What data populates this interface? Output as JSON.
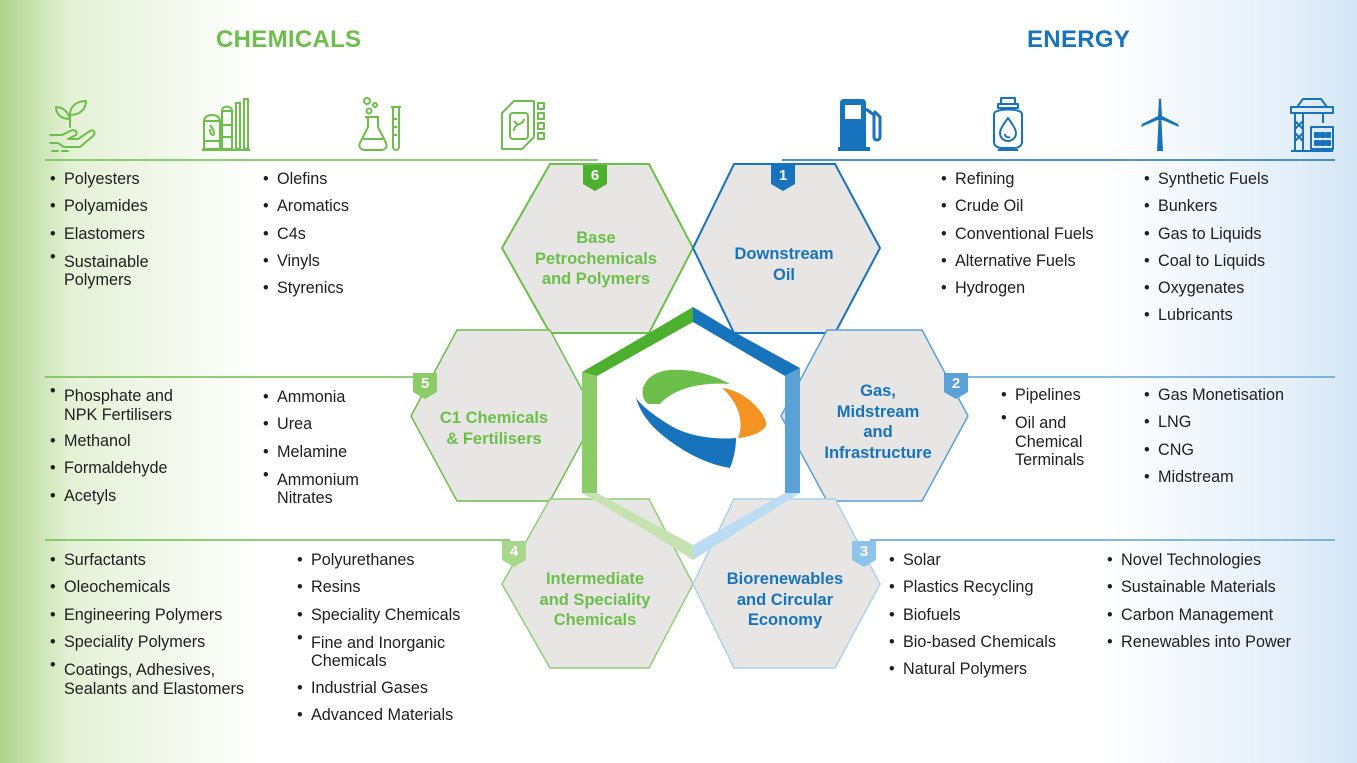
{
  "headings": {
    "chemicals": "CHEMICALS",
    "energy": "ENERGY"
  },
  "colors": {
    "chem_green": "#6cbf4a",
    "chem_green_dark": "#4caf2e",
    "energy_blue": "#1773bb",
    "light_blue": "#5aa1d6",
    "hex_fill": "#e7e6e5",
    "logo_orange": "#f39321"
  },
  "icons": {
    "chemicals": [
      "plant-in-hand-icon",
      "refinery-plant-icon",
      "laboratory-flask-icon",
      "polymer-chip-icon"
    ],
    "energy": [
      "fuel-pump-icon",
      "gas-cylinder-icon",
      "wind-turbine-icon",
      "terminal-crane-icon"
    ]
  },
  "segments": [
    {
      "number": "1",
      "title": [
        "Downstream",
        "Oil"
      ]
    },
    {
      "number": "2",
      "title": [
        "Gas,",
        "Midstream",
        "and",
        "Infrastructure"
      ]
    },
    {
      "number": "3",
      "title": [
        "Biorenewables",
        "and Circular",
        "Economy"
      ]
    },
    {
      "number": "4",
      "title": [
        "Intermediate",
        "and Speciality",
        "Chemicals"
      ]
    },
    {
      "number": "5",
      "title": [
        "C1 Chemicals",
        "& Fertilisers"
      ]
    },
    {
      "number": "6",
      "title": [
        "Base",
        "Petrochemicals",
        "and Polymers"
      ]
    }
  ],
  "lists": {
    "seg6_col1": [
      "Polyesters",
      "Polyamides",
      "Elastomers",
      "Sustainable Polymers"
    ],
    "seg6_col2": [
      "Olefins",
      "Aromatics",
      "C4s",
      "Vinyls",
      "Styrenics"
    ],
    "seg5_col1": [
      "Phosphate and NPK Fertilisers",
      "Methanol",
      "Formaldehyde",
      "Acetyls"
    ],
    "seg5_col2": [
      "Ammonia",
      "Urea",
      "Melamine",
      "Ammonium Nitrates"
    ],
    "seg4_col1": [
      "Surfactants",
      "Oleochemicals",
      "Engineering Polymers",
      "Speciality Polymers",
      "Coatings, Adhesives, Sealants and Elastomers"
    ],
    "seg4_col2": [
      "Polyurethanes",
      "Resins",
      "Speciality Chemicals",
      "Fine and Inorganic Chemicals",
      "Industrial Gases",
      "Advanced Materials"
    ],
    "seg1_col1": [
      "Refining",
      "Crude Oil",
      "Conventional Fuels",
      "Alternative Fuels",
      "Hydrogen"
    ],
    "seg1_col2": [
      "Synthetic Fuels",
      "Bunkers",
      "Gas to Liquids",
      "Coal to Liquids",
      "Oxygenates",
      "Lubricants"
    ],
    "seg2_col1": [
      "Pipelines",
      "Oil and Chemical Terminals"
    ],
    "seg2_col2": [
      "Gas Monetisation",
      "LNG",
      "CNG",
      "Midstream"
    ],
    "seg3_col1": [
      "Solar",
      "Plastics Recycling",
      "Biofuels",
      "Bio-based Chemicals",
      "Natural Polymers"
    ],
    "seg3_col2": [
      "Novel Technologies",
      "Sustainable Materials",
      "Carbon Management",
      "Renewables into Power"
    ]
  }
}
